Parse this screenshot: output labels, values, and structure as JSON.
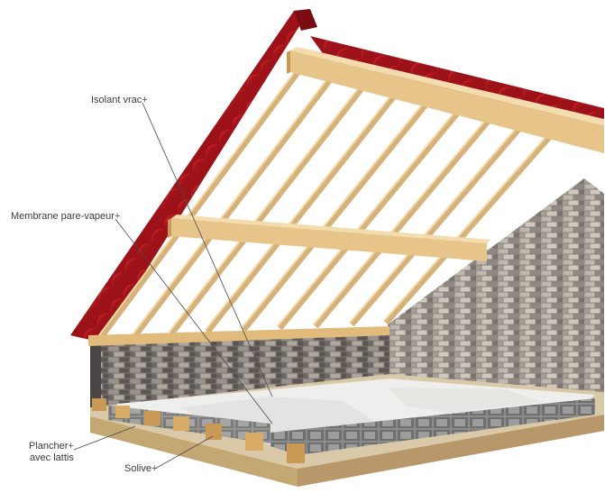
{
  "labels": {
    "isolant_vrac": "Isolant vrac",
    "membrane": "Membrane pare-vapeur",
    "plancher_line1": "Plancher",
    "plancher_line2": "avec lattis",
    "solive": "Solive",
    "marker": "+"
  },
  "colors": {
    "tile": "#a8141a",
    "tile_dark": "#6e0b10",
    "wood": "#e7c58a",
    "wood_dark": "#c99a55",
    "brick_light": "#b3aaa0",
    "brick_dark": "#4e4a48",
    "insulation": "#f2f2f0",
    "leader": "#4a4a4a"
  }
}
